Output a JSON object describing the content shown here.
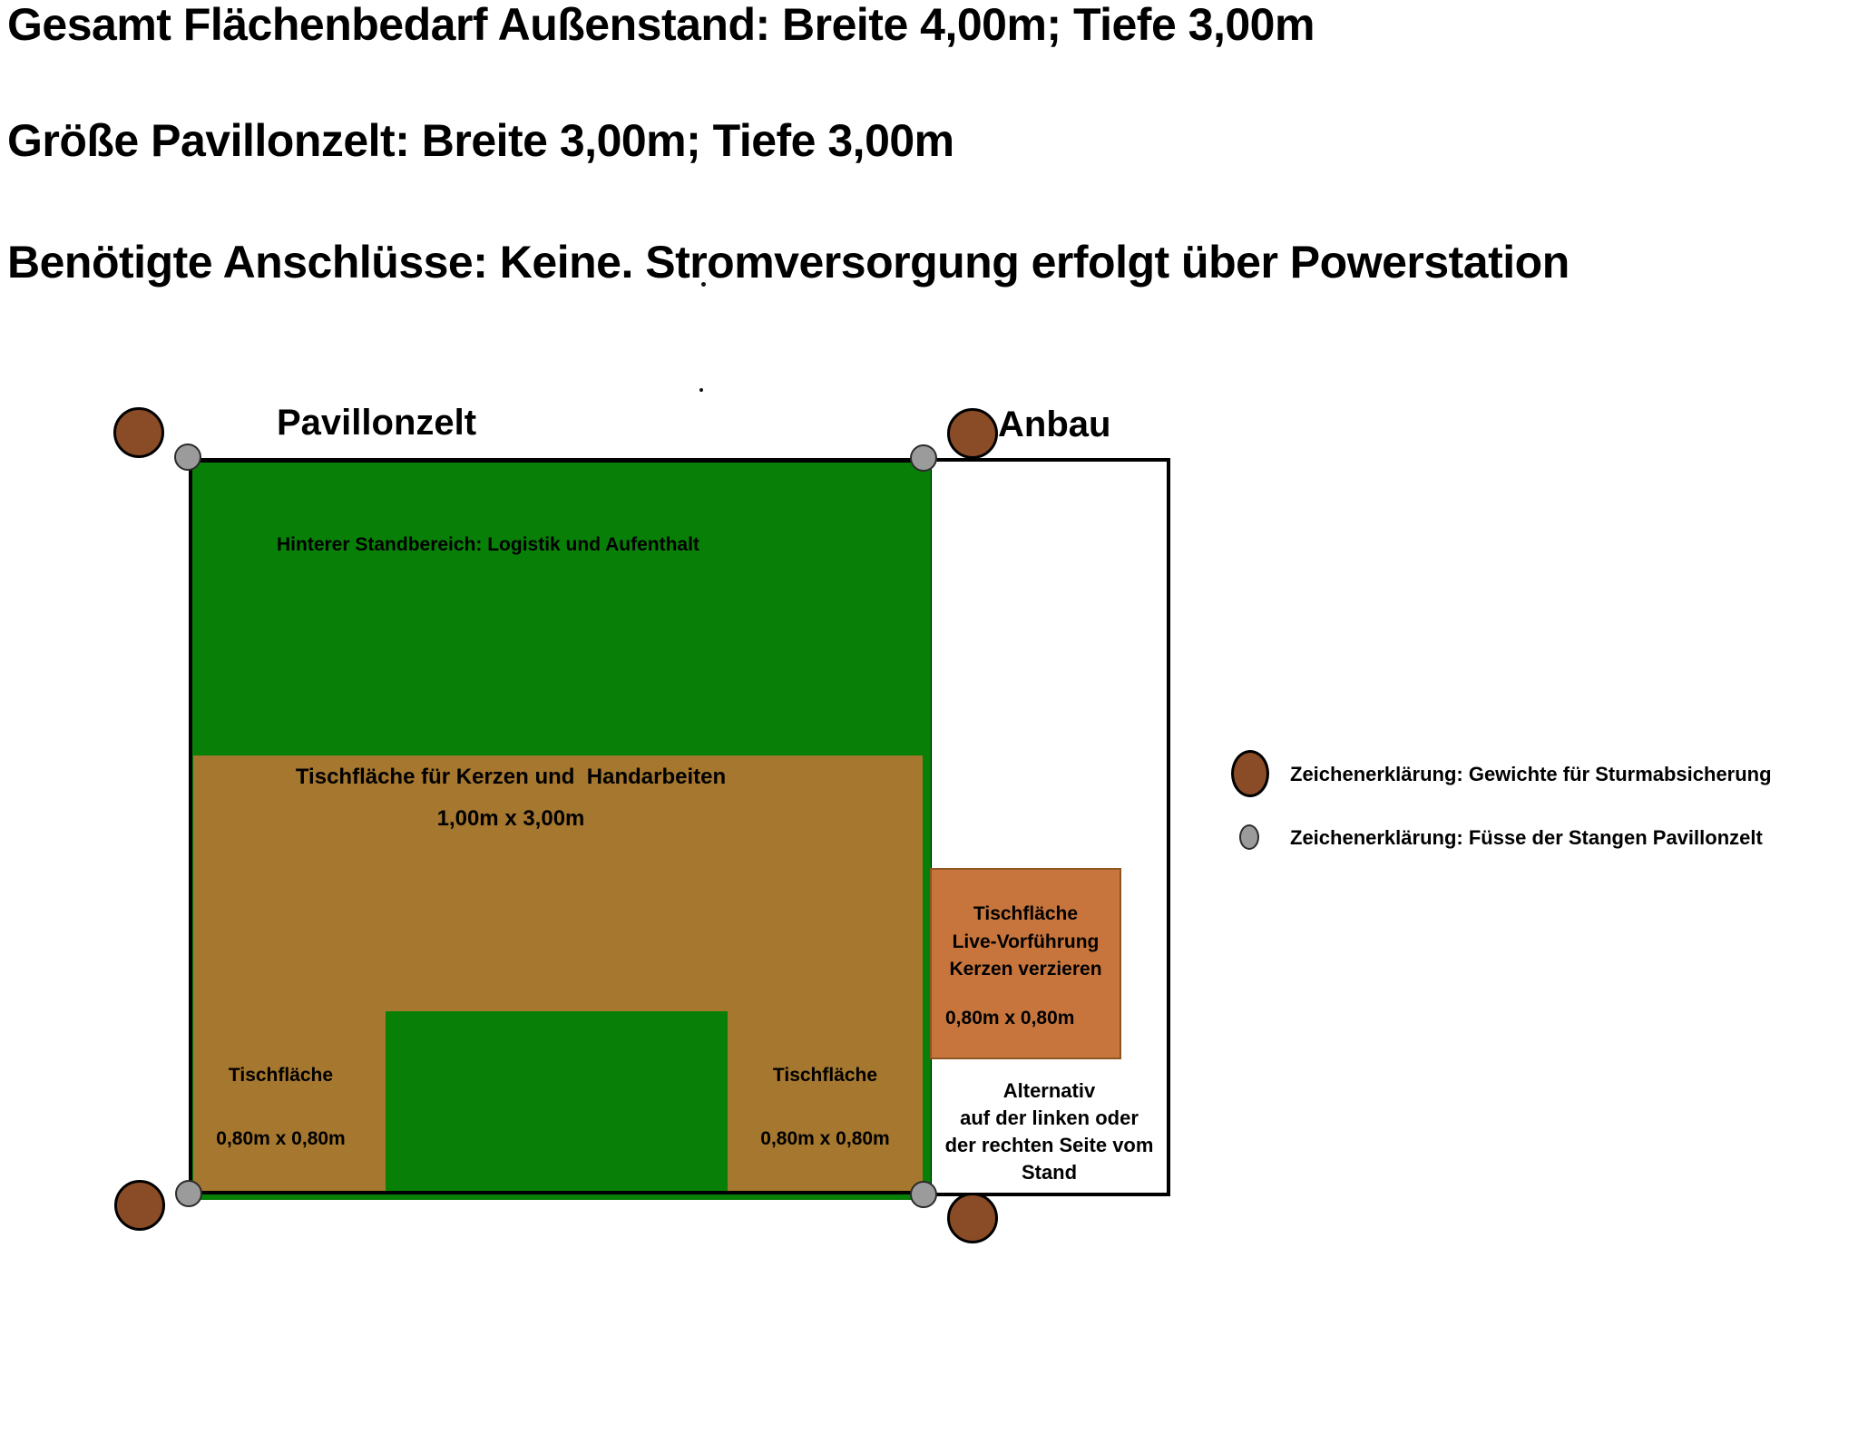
{
  "header": {
    "line1": "Gesamt Flächenbedarf Außenstand: Breite 4,00m; Tiefe 3,00m",
    "line2": "Größe Pavillonzelt: Breite 3,00m; Tiefe 3,00m",
    "line3": "Benötigte Anschlüsse: Keine. Stromversorgung erfolgt über Powerstation"
  },
  "diagram": {
    "pavilion_label": "Pavillonzelt",
    "anbau_label": "Anbau",
    "back_area_label": "Hinterer Standbereich: Logistik und Aufenthalt",
    "main_table": {
      "title": "Tischfläche für Kerzen und  Handarbeiten",
      "dimensions": "1,00m x 3,00m"
    },
    "left_table": {
      "title": "Tischfläche",
      "dimensions": "0,80m x 0,80m"
    },
    "right_table": {
      "title": "Tischfläche",
      "dimensions": "0,80m x 0,80m"
    },
    "demo_table": {
      "line1": "Tischfläche",
      "line2": "Live-Vorführung",
      "line3": "Kerzen verzieren",
      "dimensions": "0,80m x 0,80m"
    },
    "alternative_note": {
      "line1": "Alternativ",
      "line2": "auf der linken oder",
      "line3": "der rechten Seite vom",
      "line4": "Stand"
    }
  },
  "legend": {
    "weights_label": "Zeichenerklärung: Gewichte für Sturmabsicherung",
    "feet_label": "Zeichenerklärung: Füsse der Stangen Pavillonzelt"
  },
  "colors": {
    "green": "#088008",
    "tan": "#a6772e",
    "orange": "#c7753d",
    "orange_border": "#8d5524",
    "brown": "#8a4c26",
    "gray": "#9b9b9b",
    "line": "#000000",
    "background": "#ffffff",
    "text": "#000000"
  }
}
